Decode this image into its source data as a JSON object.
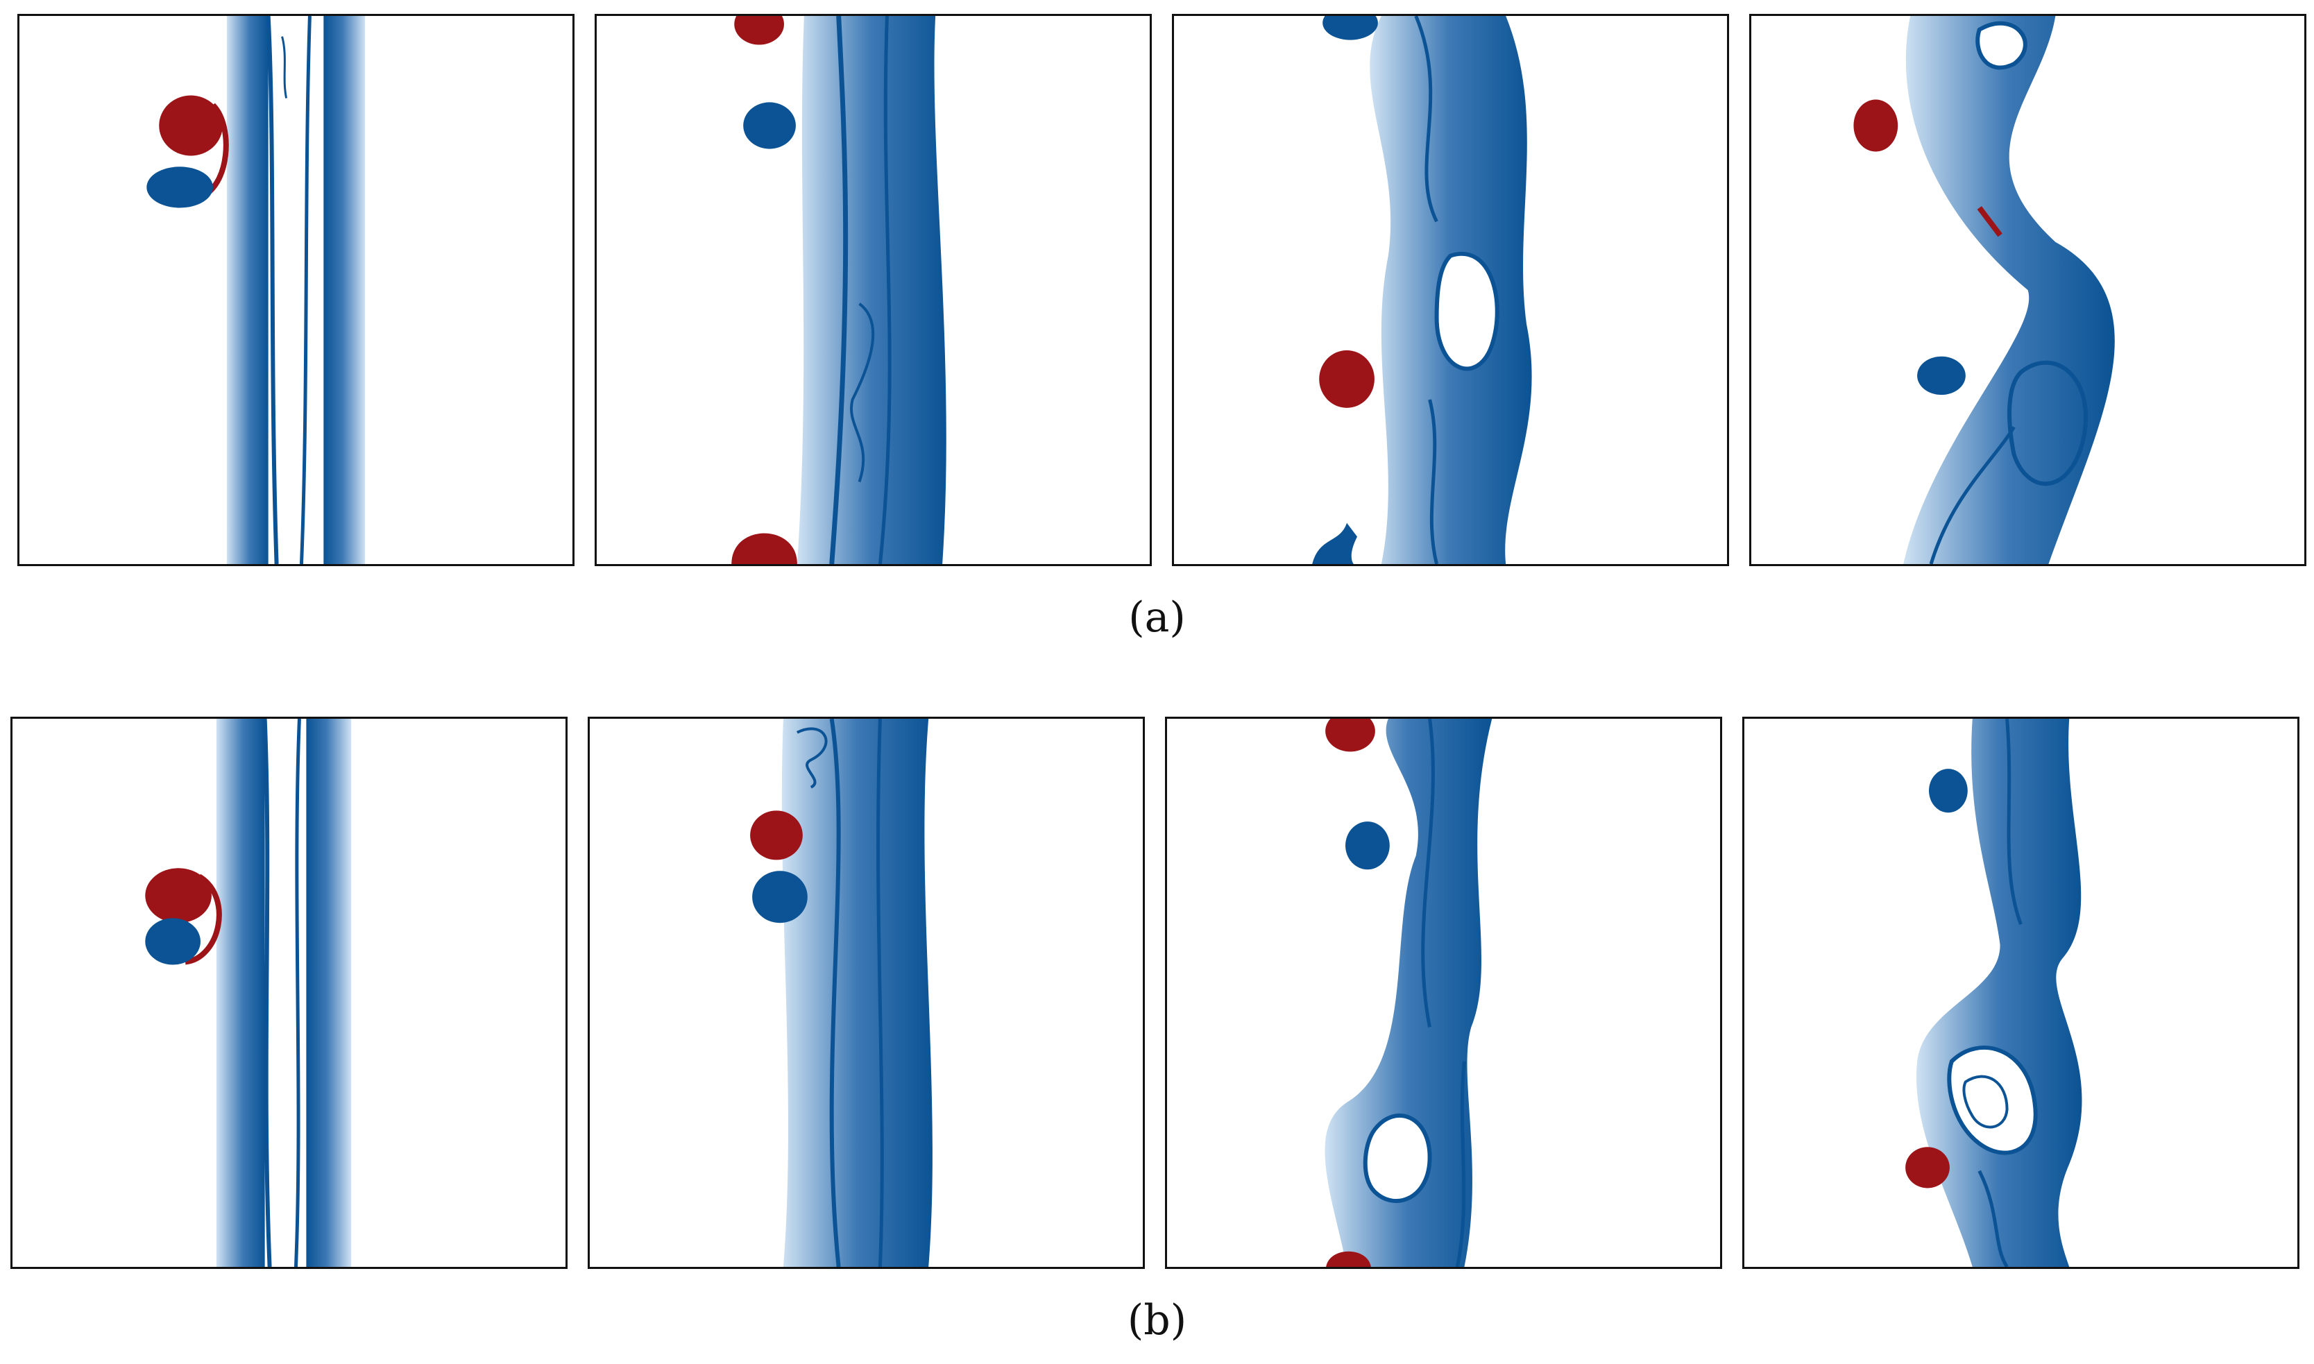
{
  "figure": {
    "colors": {
      "positive_blob": "#9c1418",
      "negative_blob": "#0b5394",
      "line_dark": "#0b5394",
      "line_light": "#cfe2f3",
      "frame": "#111111"
    },
    "rows": [
      {
        "caption": "(a)",
        "panels": [
          {
            "id": "a-1"
          },
          {
            "id": "a-2"
          },
          {
            "id": "a-3"
          },
          {
            "id": "a-4"
          }
        ]
      },
      {
        "caption": "(b)",
        "panels": [
          {
            "id": "b-1"
          },
          {
            "id": "b-2"
          },
          {
            "id": "b-3"
          },
          {
            "id": "b-4"
          }
        ]
      }
    ]
  }
}
